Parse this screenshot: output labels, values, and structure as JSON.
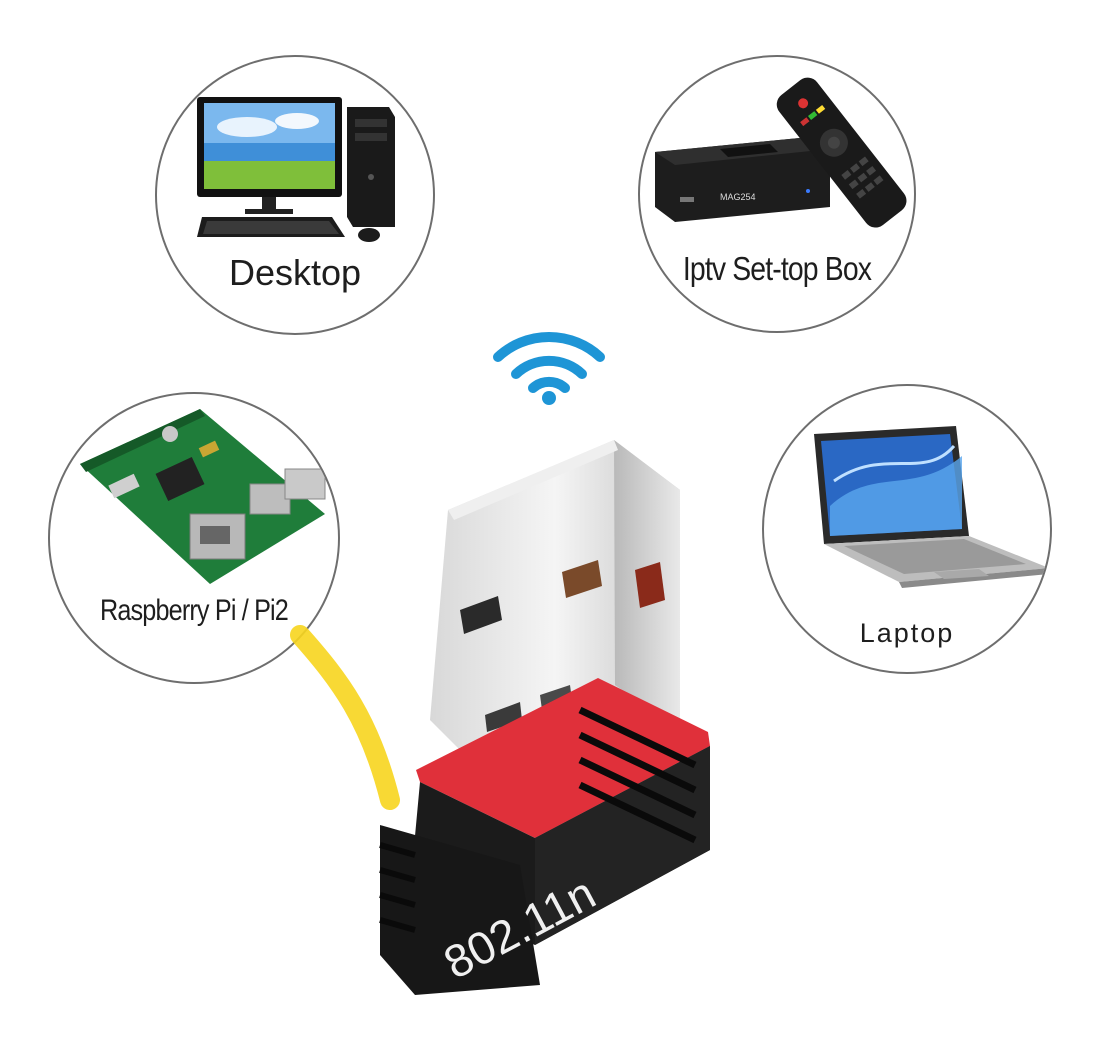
{
  "devices": {
    "desktop": {
      "label": "Desktop",
      "icon": "desktop-computer-icon"
    },
    "iptv": {
      "label": "Iptv Set-top Box",
      "icon": "set-top-box-icon",
      "box_brand": "MAG254"
    },
    "raspberry": {
      "label": "Raspberry Pi / Pi2",
      "icon": "raspberry-pi-board-icon"
    },
    "laptop": {
      "label": "Laptop",
      "icon": "laptop-icon"
    }
  },
  "adapter": {
    "standard": "802.11n",
    "icon": "usb-wifi-dongle-icon"
  },
  "wireless": {
    "icon": "wifi-icon",
    "color": "#1e95d6"
  },
  "colors": {
    "dongle_body": "#1b1b1b",
    "dongle_band": "#e0303a",
    "watermark": "#f7d51e"
  }
}
